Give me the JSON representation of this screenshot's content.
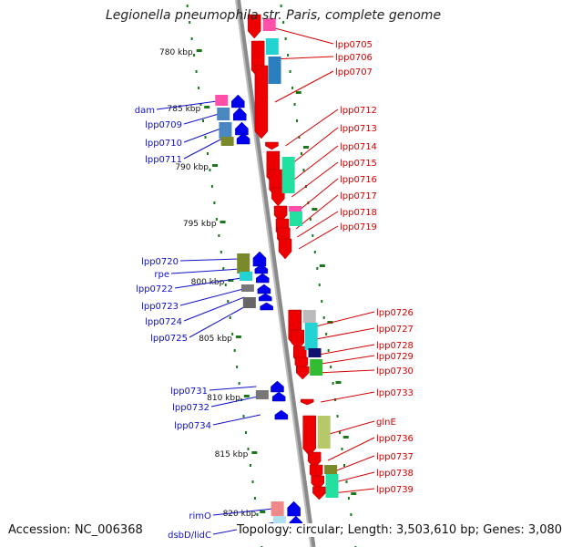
{
  "title": "Legionella pneumophila str. Paris, complete genome",
  "footer": {
    "accession": "Accession: NC_006368",
    "stats": "Topology: circular; Length: 3,503,610 bp; Genes: 3,080"
  },
  "colors": {
    "forward_label": "#d40000",
    "reverse_label": "#1010c8",
    "tick": "#1a7a1a",
    "backbone": "#8a8a8a",
    "forward_gene": "#ee0000",
    "reverse_gene": "#0000ee"
  },
  "scale_labels": [
    "780 kbp",
    "785 kbp",
    "790 kbp",
    "795 kbp",
    "800 kbp",
    "805 kbp",
    "810 kbp",
    "815 kbp",
    "820 kbp"
  ],
  "forward_genes": [
    "lpp0705",
    "lpp0706",
    "lpp0707",
    "lpp0712",
    "lpp0713",
    "lpp0714",
    "lpp0715",
    "lpp0716",
    "lpp0717",
    "lpp0718",
    "lpp0719",
    "lpp0726",
    "lpp0727",
    "lpp0728",
    "lpp0729",
    "lpp0730",
    "lpp0733",
    "glnE",
    "lpp0736",
    "lpp0737",
    "lpp0738",
    "lpp0739"
  ],
  "reverse_genes": [
    "dam",
    "lpp0709",
    "lpp0710",
    "lpp0711",
    "lpp0720",
    "rpe",
    "lpp0722",
    "lpp0723",
    "lpp0724",
    "lpp0725",
    "lpp0731",
    "lpp0732",
    "lpp0734",
    "rimO",
    "dsbD/lidC"
  ]
}
